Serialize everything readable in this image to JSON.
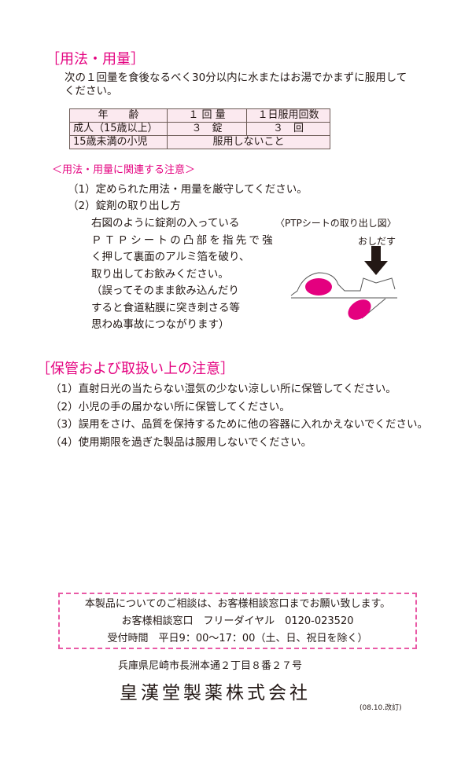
{
  "usage": {
    "heading": "［用法・用量］",
    "intro_1": "次の１回量を食後なるべく30分以内に水またはお湯でかまずに服用して",
    "intro_2": "ください。",
    "table": {
      "headers": [
        "年　　齢",
        "１ 回 量",
        "１日服用回数"
      ],
      "rows": [
        [
          "成人（15歳以上）",
          "３　錠",
          "３　回"
        ],
        [
          "15歳未満の小児",
          "服用しないこと"
        ]
      ]
    },
    "notes_heading": "＜用法・用量に関連する注意＞",
    "note_1": "（1）定められた用法・用量を厳守してください。",
    "note_2": "（2）錠剤の取り出し方",
    "note_2_lines": [
      "右図のように錠剤の入っている",
      "ＰＴＰシートの凸部を指先で強",
      "く押して裏面のアルミ箔を破り、",
      "取り出してお飲みください。",
      "（誤ってそのまま飲み込んだり",
      "すると食道粘膜に突き刺さる等",
      "思わぬ事故につながります）"
    ],
    "diagram": {
      "caption": "〈PTPシートの取り出し図〉",
      "push_label": "おしだす",
      "tablet_color": "#e4007f"
    }
  },
  "storage": {
    "heading": "［保管および取扱い上の注意］",
    "items": [
      "（1）直射日光の当たらない湿気の少ない涼しい所に保管してください。",
      "（2）小児の手の届かない所に保管してください。",
      "（3）誤用をさけ、品質を保持するために他の容器に入れかえないでください。",
      "（4）使用期限を過ぎた製品は服用しないでください。"
    ]
  },
  "contact": {
    "line_1": "本製品についてのご相談は、お客様相談窓口までお願い致します。",
    "line_2": "お客様相談窓口　フリーダイヤル　0120-023520",
    "line_3": "受付時間　平日9：00～17：00（土、日、祝日を除く）"
  },
  "address": "兵庫県尼崎市長洲本通２丁目８番２７号",
  "company": "皇漢堂製薬株式会社",
  "revision": "(08.10.改訂)",
  "colors": {
    "accent": "#e4007f"
  }
}
